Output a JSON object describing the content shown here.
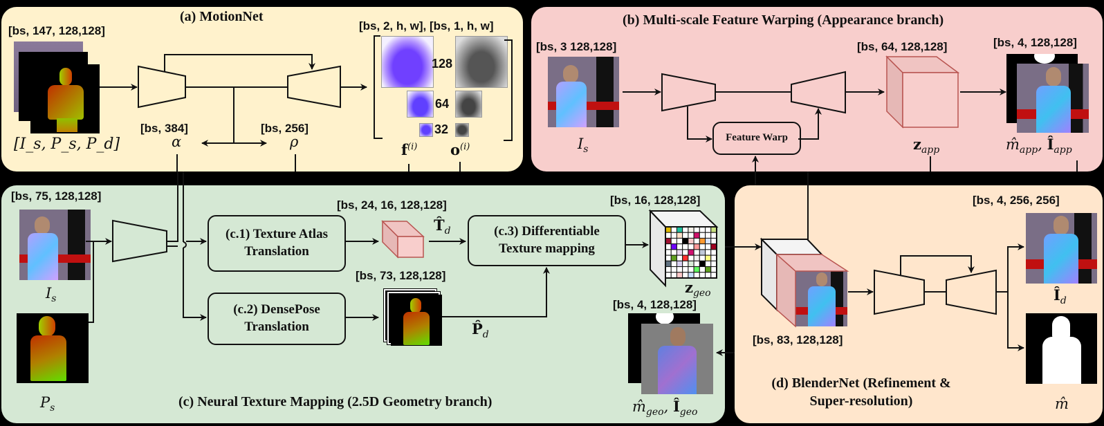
{
  "panels": {
    "motionnet": {
      "title": "(a) MotionNet",
      "input_dim": "[bs, 147, 128,128]",
      "input_label": "[I_s, P_s, P_d]",
      "alpha_dim": "[bs, 384]",
      "alpha_label": "α",
      "rho_dim": "[bs, 256]",
      "rho_label": "ρ",
      "output_dim": "[bs, 2, h, w], [bs, 1, h, w]",
      "scales": [
        "128",
        "64",
        "32"
      ],
      "flow_label": "f",
      "occlusion_label": "o",
      "superscript": "(i)"
    },
    "warping": {
      "title": "(b) Multi-scale Feature Warping (Appearance branch)",
      "input_dim": "[bs, 3 128,128]",
      "input_label": "I",
      "input_sub": "s",
      "feature_warp": "Feature Warp",
      "z_dim": "[bs, 64, 128,128]",
      "z_label": "z",
      "z_sub": "app",
      "out_dim": "[bs, 4, 128,128]",
      "out_label_m": "m̂",
      "out_label_i": "Î",
      "out_sub": "app"
    },
    "texture": {
      "title": "(c) Neural Texture Mapping (2.5D Geometry branch)",
      "input_dim": "[bs, 75, 128,128]",
      "is_label": "I",
      "is_sub": "s",
      "ps_label": "P",
      "ps_sub": "s",
      "c1_line1": "(c.1) Texture Atlas",
      "c1_line2": "Translation",
      "c2_line1": "(c.2) DensePose",
      "c2_line2": "Translation",
      "c3_line1": "(c.3) Differentiable",
      "c3_line2": "Texture mapping",
      "atlas_dim": "[bs, 24, 16, 128,128]",
      "t_label": "T̂",
      "t_sub": "d",
      "densepose_dim": "[bs, 73, 128,128]",
      "p_label": "P̂",
      "p_sub": "d",
      "zgeo_dim": "[bs, 16, 128,128]",
      "zgeo_label": "z",
      "zgeo_sub": "geo",
      "geo_out_dim": "[bs, 4, 128,128]",
      "geo_m": "m̂",
      "geo_i": "Î",
      "geo_sub": "geo"
    },
    "blender": {
      "title_line1": "(d) BlenderNet (Refinement &",
      "title_line2": "Super-resolution)",
      "in_dim": "[bs, 83, 128,128]",
      "out_dim": "[bs, 4, 256, 256]",
      "id_label": "Î",
      "id_sub": "d",
      "m_label": "m̂"
    }
  },
  "colors": {
    "motionnet_bg": "#fff2cc",
    "warping_bg": "#f8cecc",
    "texture_bg": "#d5e8d4",
    "blender_bg": "#ffe6cc",
    "cube_edge": "#b85450",
    "flow_purple": "#7b4dff"
  },
  "grid_colors": [
    [
      "#e0b800",
      "#fff",
      "#20c0a0",
      "#fff",
      "#f4f0e8",
      "#fff",
      "#fff",
      "#fff",
      "#c8e080"
    ],
    [
      "#fff",
      "#fff",
      "#ffe0c8",
      "#fff",
      "#fff",
      "#d0106a",
      "#fff",
      "#fff",
      "#fff"
    ],
    [
      "#a01030",
      "#fff",
      "#fff",
      "#000",
      "#f8c8c8",
      "#fff",
      "#ff9930",
      "#d8e4ff",
      "#fff"
    ],
    [
      "#fff",
      "#7000ff",
      "#fff",
      "#fff",
      "#fff",
      "#ff9898",
      "#fff",
      "#fff",
      "#a00020"
    ],
    [
      "#fff",
      "#fff",
      "#e8d8f0",
      "#fff",
      "#d01070",
      "#fff",
      "#c0c8d8",
      "#fff",
      "#fff"
    ],
    [
      "#fff",
      "#60a020",
      "#fff",
      "#ff3030",
      "#fff",
      "#f0f0f0",
      "#fff",
      "#ffff80",
      "#fff"
    ],
    [
      "#607080",
      "#fff",
      "#d8d0f0",
      "#fff",
      "#d8ecd8",
      "#fff",
      "#000",
      "#fff",
      "#fff"
    ],
    [
      "#fff",
      "#fff",
      "#fff",
      "#fff",
      "#fff",
      "#60ff60",
      "#fff",
      "#60a020",
      "#fff"
    ],
    [
      "#fff",
      "#fff",
      "#ffc8c8",
      "#fff",
      "#c8e0ff",
      "#fff",
      "#fff",
      "#fff",
      "#fff"
    ]
  ]
}
